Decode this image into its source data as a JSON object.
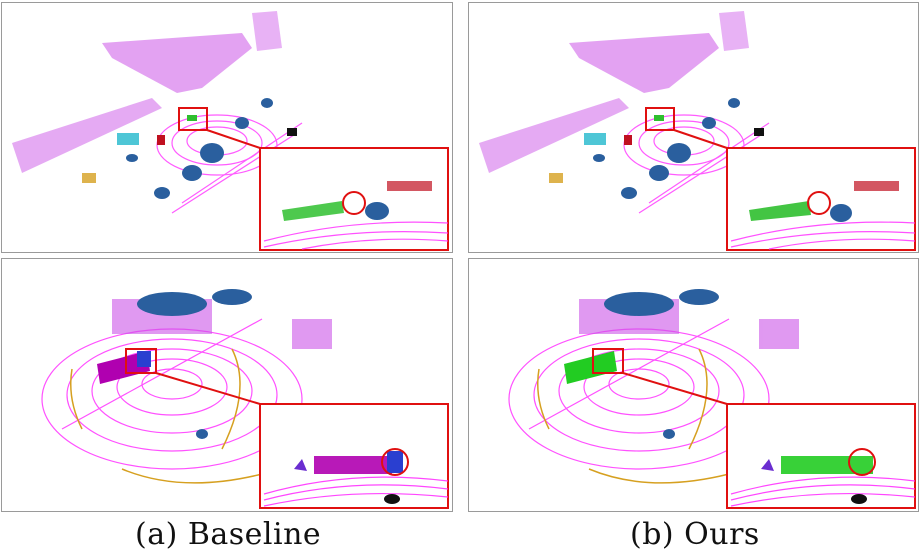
{
  "figure": {
    "captions": [
      {
        "id": "a",
        "label": "(a) Baseline"
      },
      {
        "id": "b",
        "label": "(b) Ours"
      }
    ],
    "colors": {
      "ground": "#ff33ff",
      "building": "#cc55e8",
      "vegetation": "#2a5f9e",
      "car": "#2fbf2f",
      "truck_baseline": "#b000b0",
      "truck_ours": "#22cc22",
      "highlight": "#e01010",
      "cyan": "#22b8cc",
      "sidewalk": "#d6a020",
      "red_obj": "#c01020",
      "violet": "#6a2dd0"
    }
  }
}
